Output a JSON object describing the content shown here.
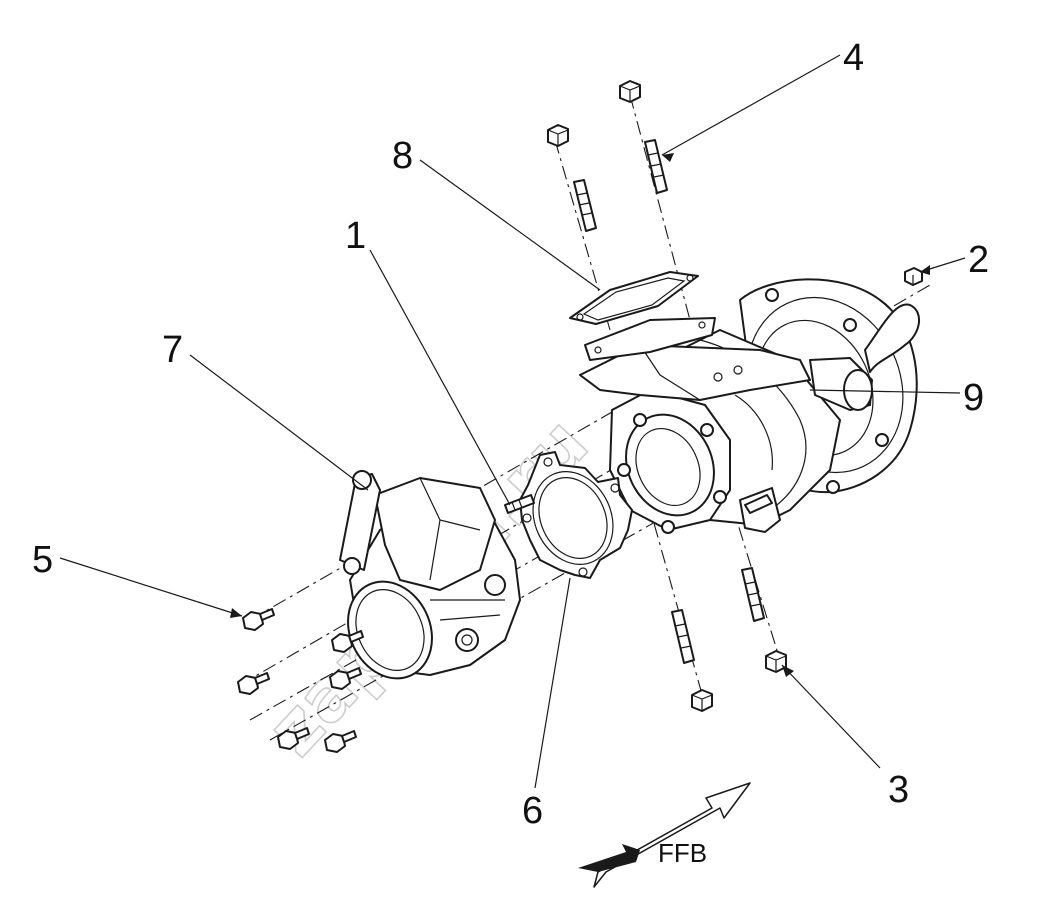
{
  "callouts": {
    "c1": "1",
    "c2": "2",
    "c3": "3",
    "c4": "4",
    "c5": "5",
    "c6": "6",
    "c7": "7",
    "c8": "8",
    "c9": "9"
  },
  "direction_label": "FFB",
  "watermark": "zapkam.ru"
}
